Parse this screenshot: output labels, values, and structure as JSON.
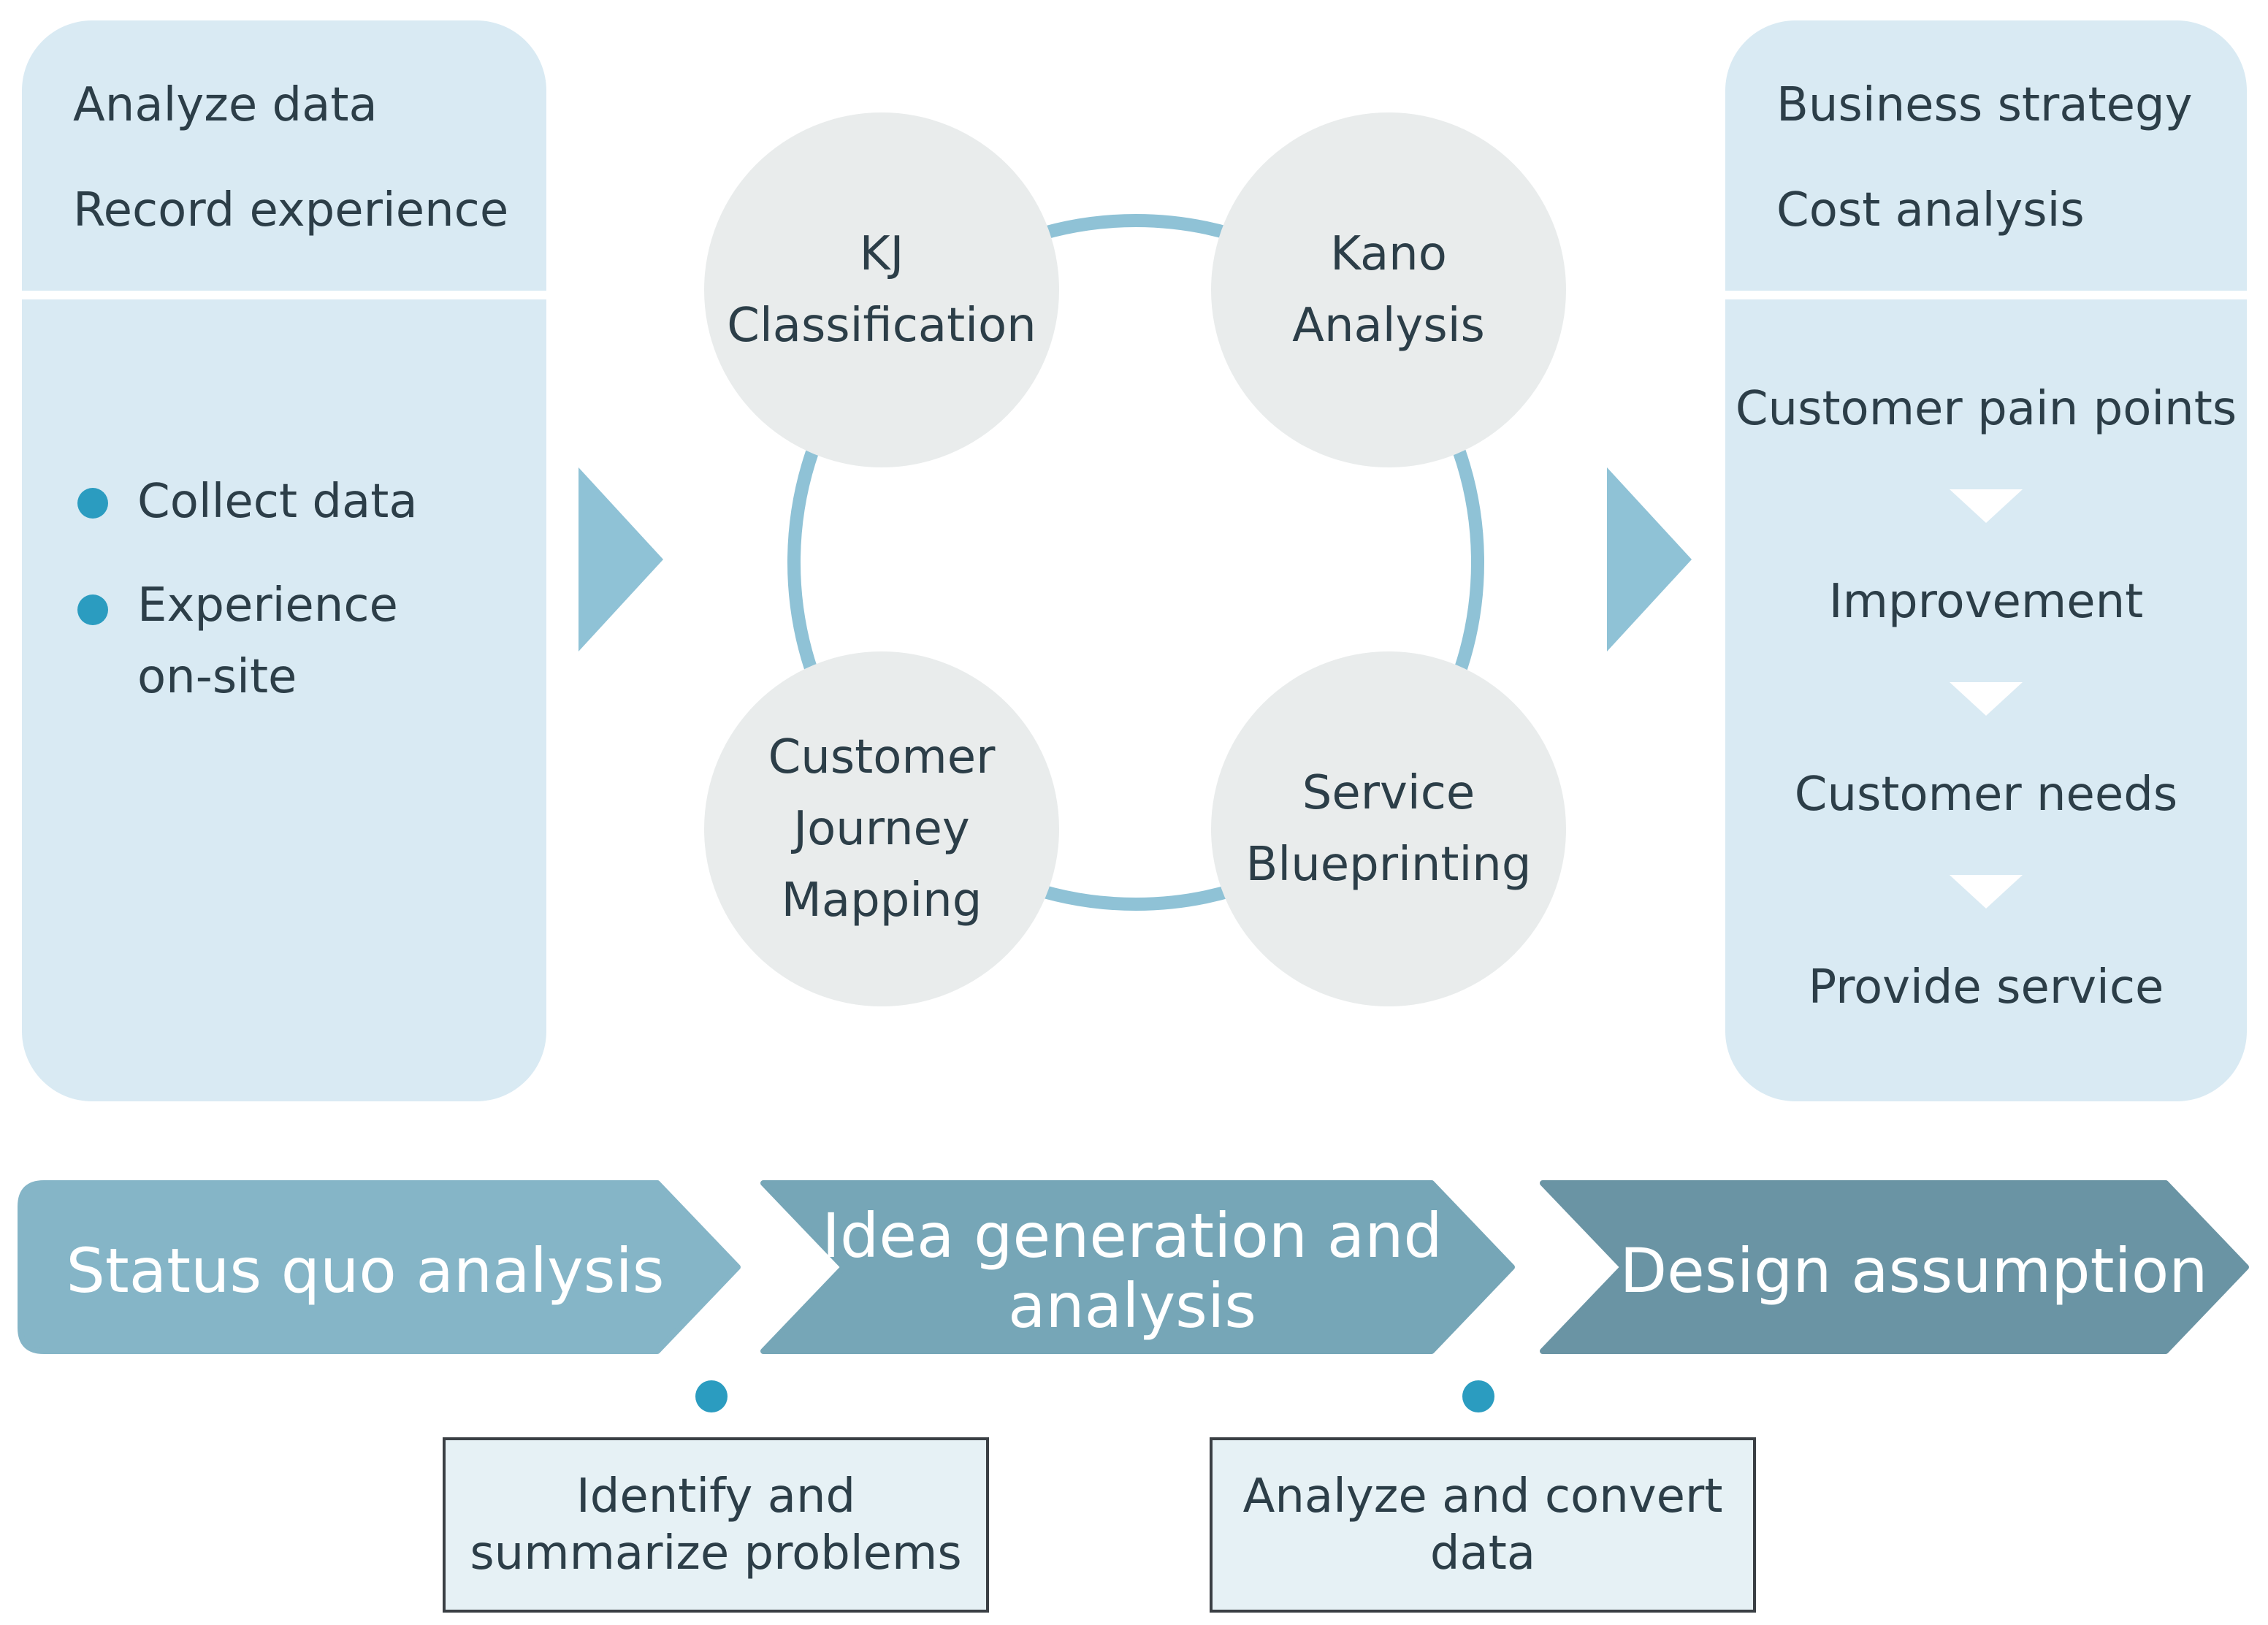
{
  "left_panel": {
    "top_items": [
      "Analyze data",
      "Record experience"
    ],
    "bullets": [
      "Collect data",
      "Experience\non-site"
    ]
  },
  "methods": {
    "kj": "KJ\nClassification",
    "kano": "Kano\nAnalysis",
    "cjm": "Customer\nJourney\nMapping",
    "sb": "Service\nBlueprinting"
  },
  "right_panel": {
    "top_items": [
      "Business strategy",
      "Cost analysis"
    ],
    "flow": [
      "Customer pain points",
      "Improvement",
      "Customer needs",
      "Provide service"
    ]
  },
  "process": {
    "step1": "Status quo analysis",
    "step2": "Idea generation and\nanalysis",
    "step3": "Design assumption"
  },
  "notes": {
    "note1": "Identify and\nsummarize problems",
    "note2": "Analyze and convert\ndata"
  },
  "colors": {
    "panel_bg": "#d9eaf3",
    "accent_dot": "#2b9cc0",
    "ring": "#8fc2d6",
    "bubble": "#e9ecec",
    "chevron1": "#85b5c7",
    "chevron2": "#76a6b7",
    "chevron3": "#6a94a4"
  }
}
